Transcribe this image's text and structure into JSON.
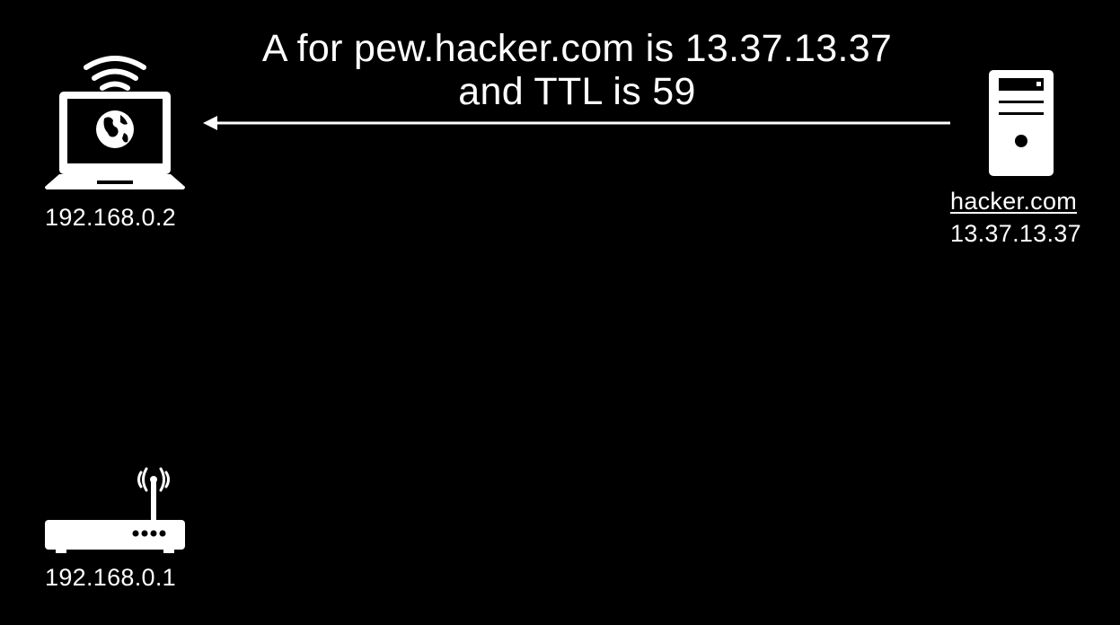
{
  "message": {
    "line1": "A for pew.hacker.com is 13.37.13.37",
    "line2": "and TTL is 59"
  },
  "nodes": {
    "laptop": {
      "icon": "laptop-wifi-globe-icon",
      "ip": "192.168.0.2"
    },
    "router": {
      "icon": "wifi-router-icon",
      "ip": "192.168.0.1"
    },
    "server": {
      "icon": "server-tower-icon",
      "hostname": "hacker.com",
      "ip": "13.37.13.37"
    }
  },
  "colors": {
    "background": "#000000",
    "foreground": "#ffffff"
  }
}
